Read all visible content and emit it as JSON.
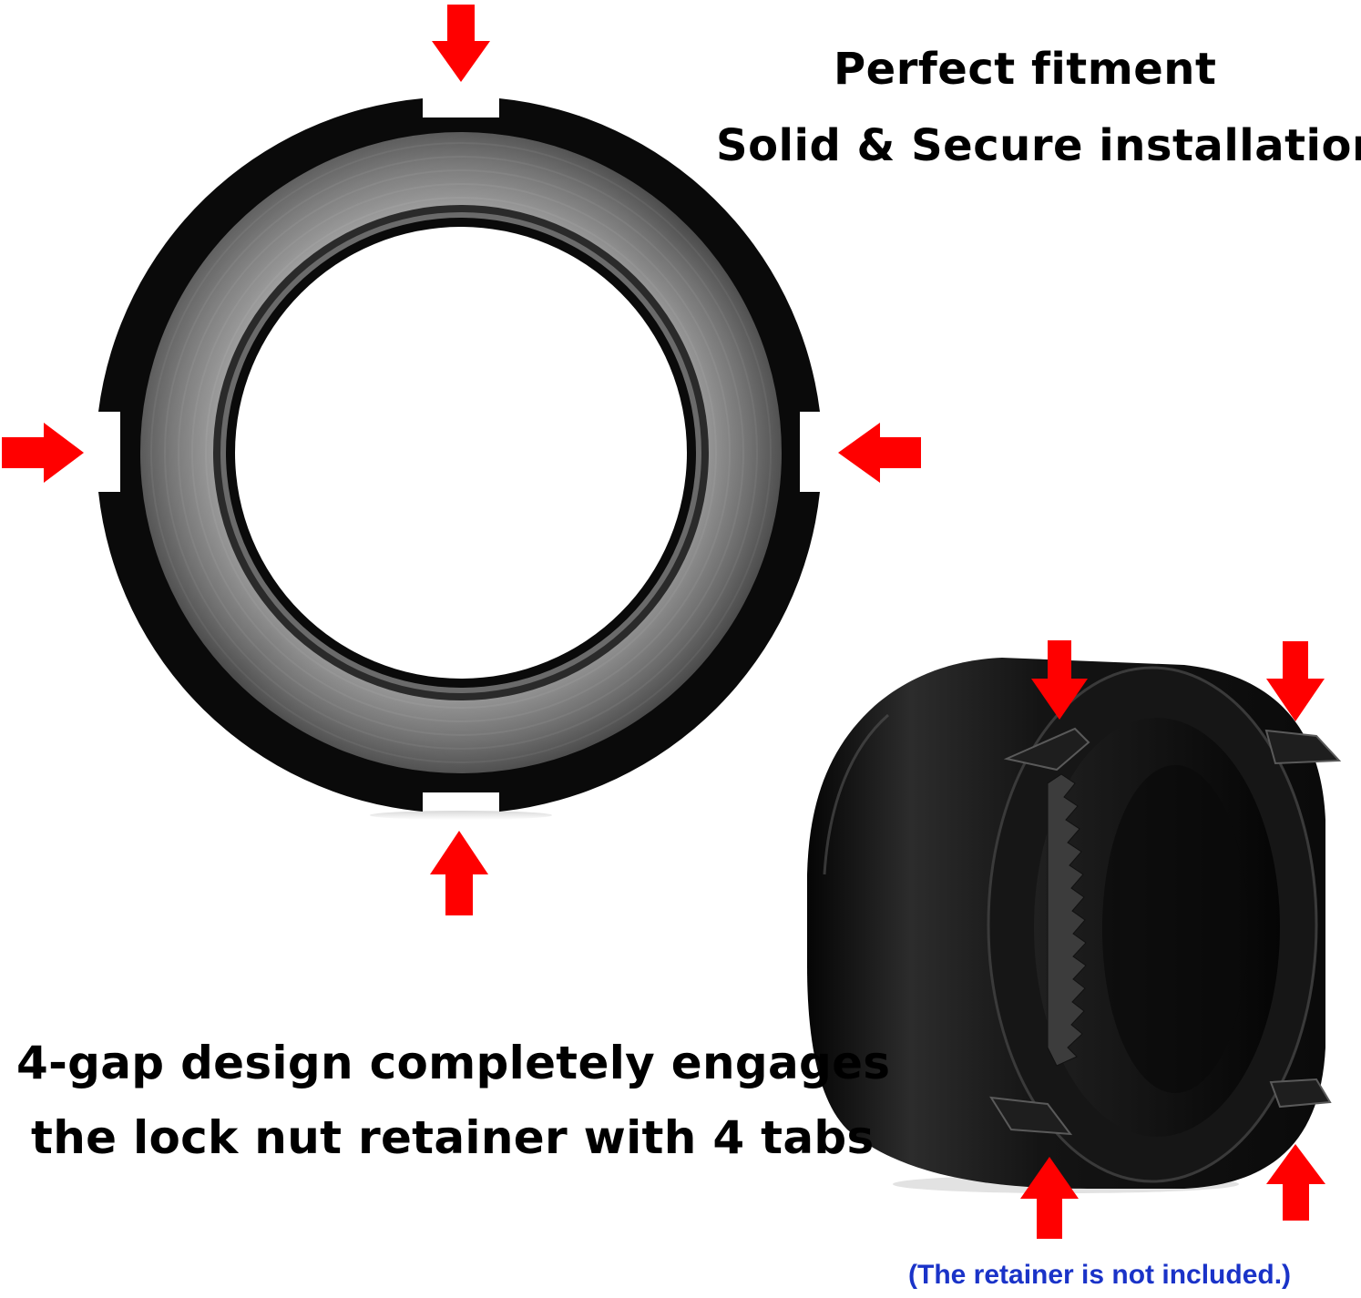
{
  "colors": {
    "arrow": "#ff0000",
    "text": "#000000",
    "note": "#1a33c8",
    "metal_light": "#8a8a8a",
    "metal_dark": "#3a3a3a",
    "body_black": "#0d0d0d"
  },
  "headline": {
    "line1": "Perfect fitment",
    "line2": "Solid & Secure installation."
  },
  "bottom_caption": {
    "line1": "4-gap design completely engages",
    "line2": "the lock nut retainer with 4 tabs"
  },
  "note": "(The retainer is not included.)",
  "icons": {
    "arrows": "red-arrow-icon",
    "flat_nut": "lock-nut-top-view",
    "socket": "socket-tool-perspective"
  }
}
